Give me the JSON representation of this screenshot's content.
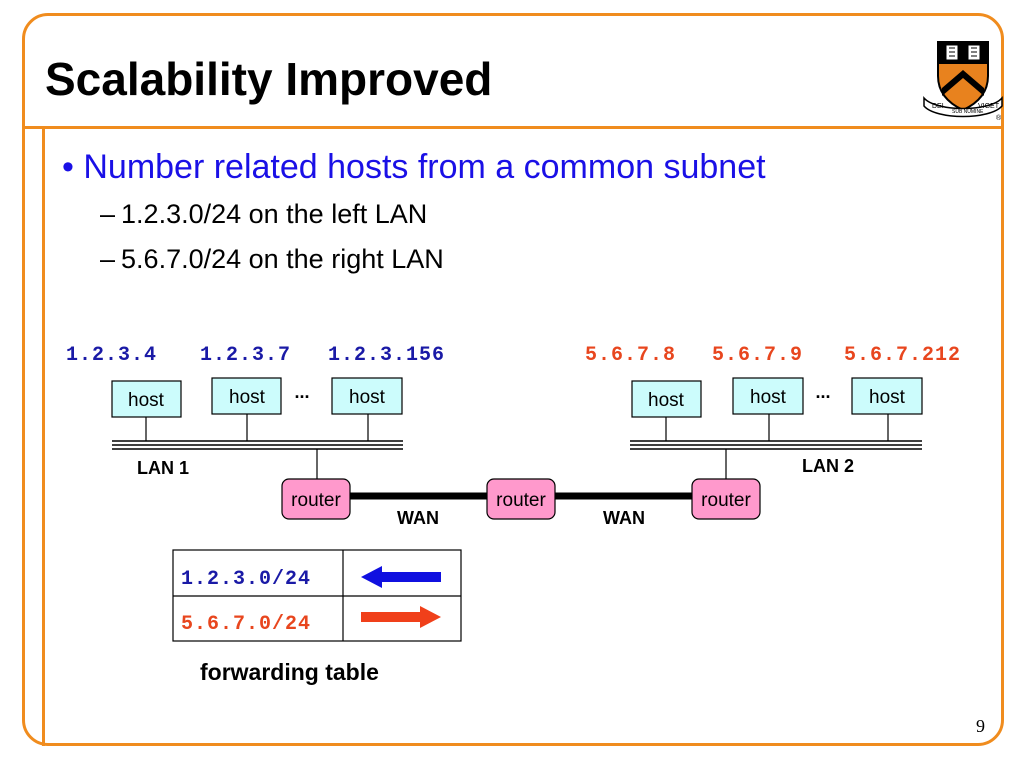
{
  "slide": {
    "title": "Scalability Improved",
    "page_number": "9"
  },
  "bullets": {
    "main": "Number related hosts from a common subnet",
    "sub": [
      "1.2.3.0/24 on the left LAN",
      "5.6.7.0/24 on the right LAN"
    ]
  },
  "logo": {
    "icon": "princeton-shield-icon",
    "motto": [
      "DEI",
      "SUB NUMINE",
      "VIGET"
    ],
    "registered": "®"
  },
  "diagram": {
    "left_ips": [
      "1.2.3.4",
      "1.2.3.7",
      "1.2.3.156"
    ],
    "right_ips": [
      "5.6.7.8",
      "5.6.7.9",
      "5.6.7.212"
    ],
    "host_label": "host",
    "ellipsis": "...",
    "router_label": "router",
    "lan_left": "LAN 1",
    "lan_right": "LAN 2",
    "wan_label": "WAN",
    "forwarding_table": {
      "rows": [
        {
          "prefix": "1.2.3.0/24",
          "direction": "left"
        },
        {
          "prefix": "5.6.7.0/24",
          "direction": "right"
        }
      ],
      "caption": "forwarding table"
    }
  },
  "colors": {
    "accent_orange": "#f08c1e",
    "bullet_blue": "#1a10e6",
    "ip_blue": "#1a1aa6",
    "ip_red": "#e8461e",
    "host_fill": "#ccfcfc",
    "router_fill": "#ff99cc",
    "arrow_blue": "#1010e0",
    "arrow_red": "#f0401a",
    "shield_orange": "#e8821e"
  }
}
